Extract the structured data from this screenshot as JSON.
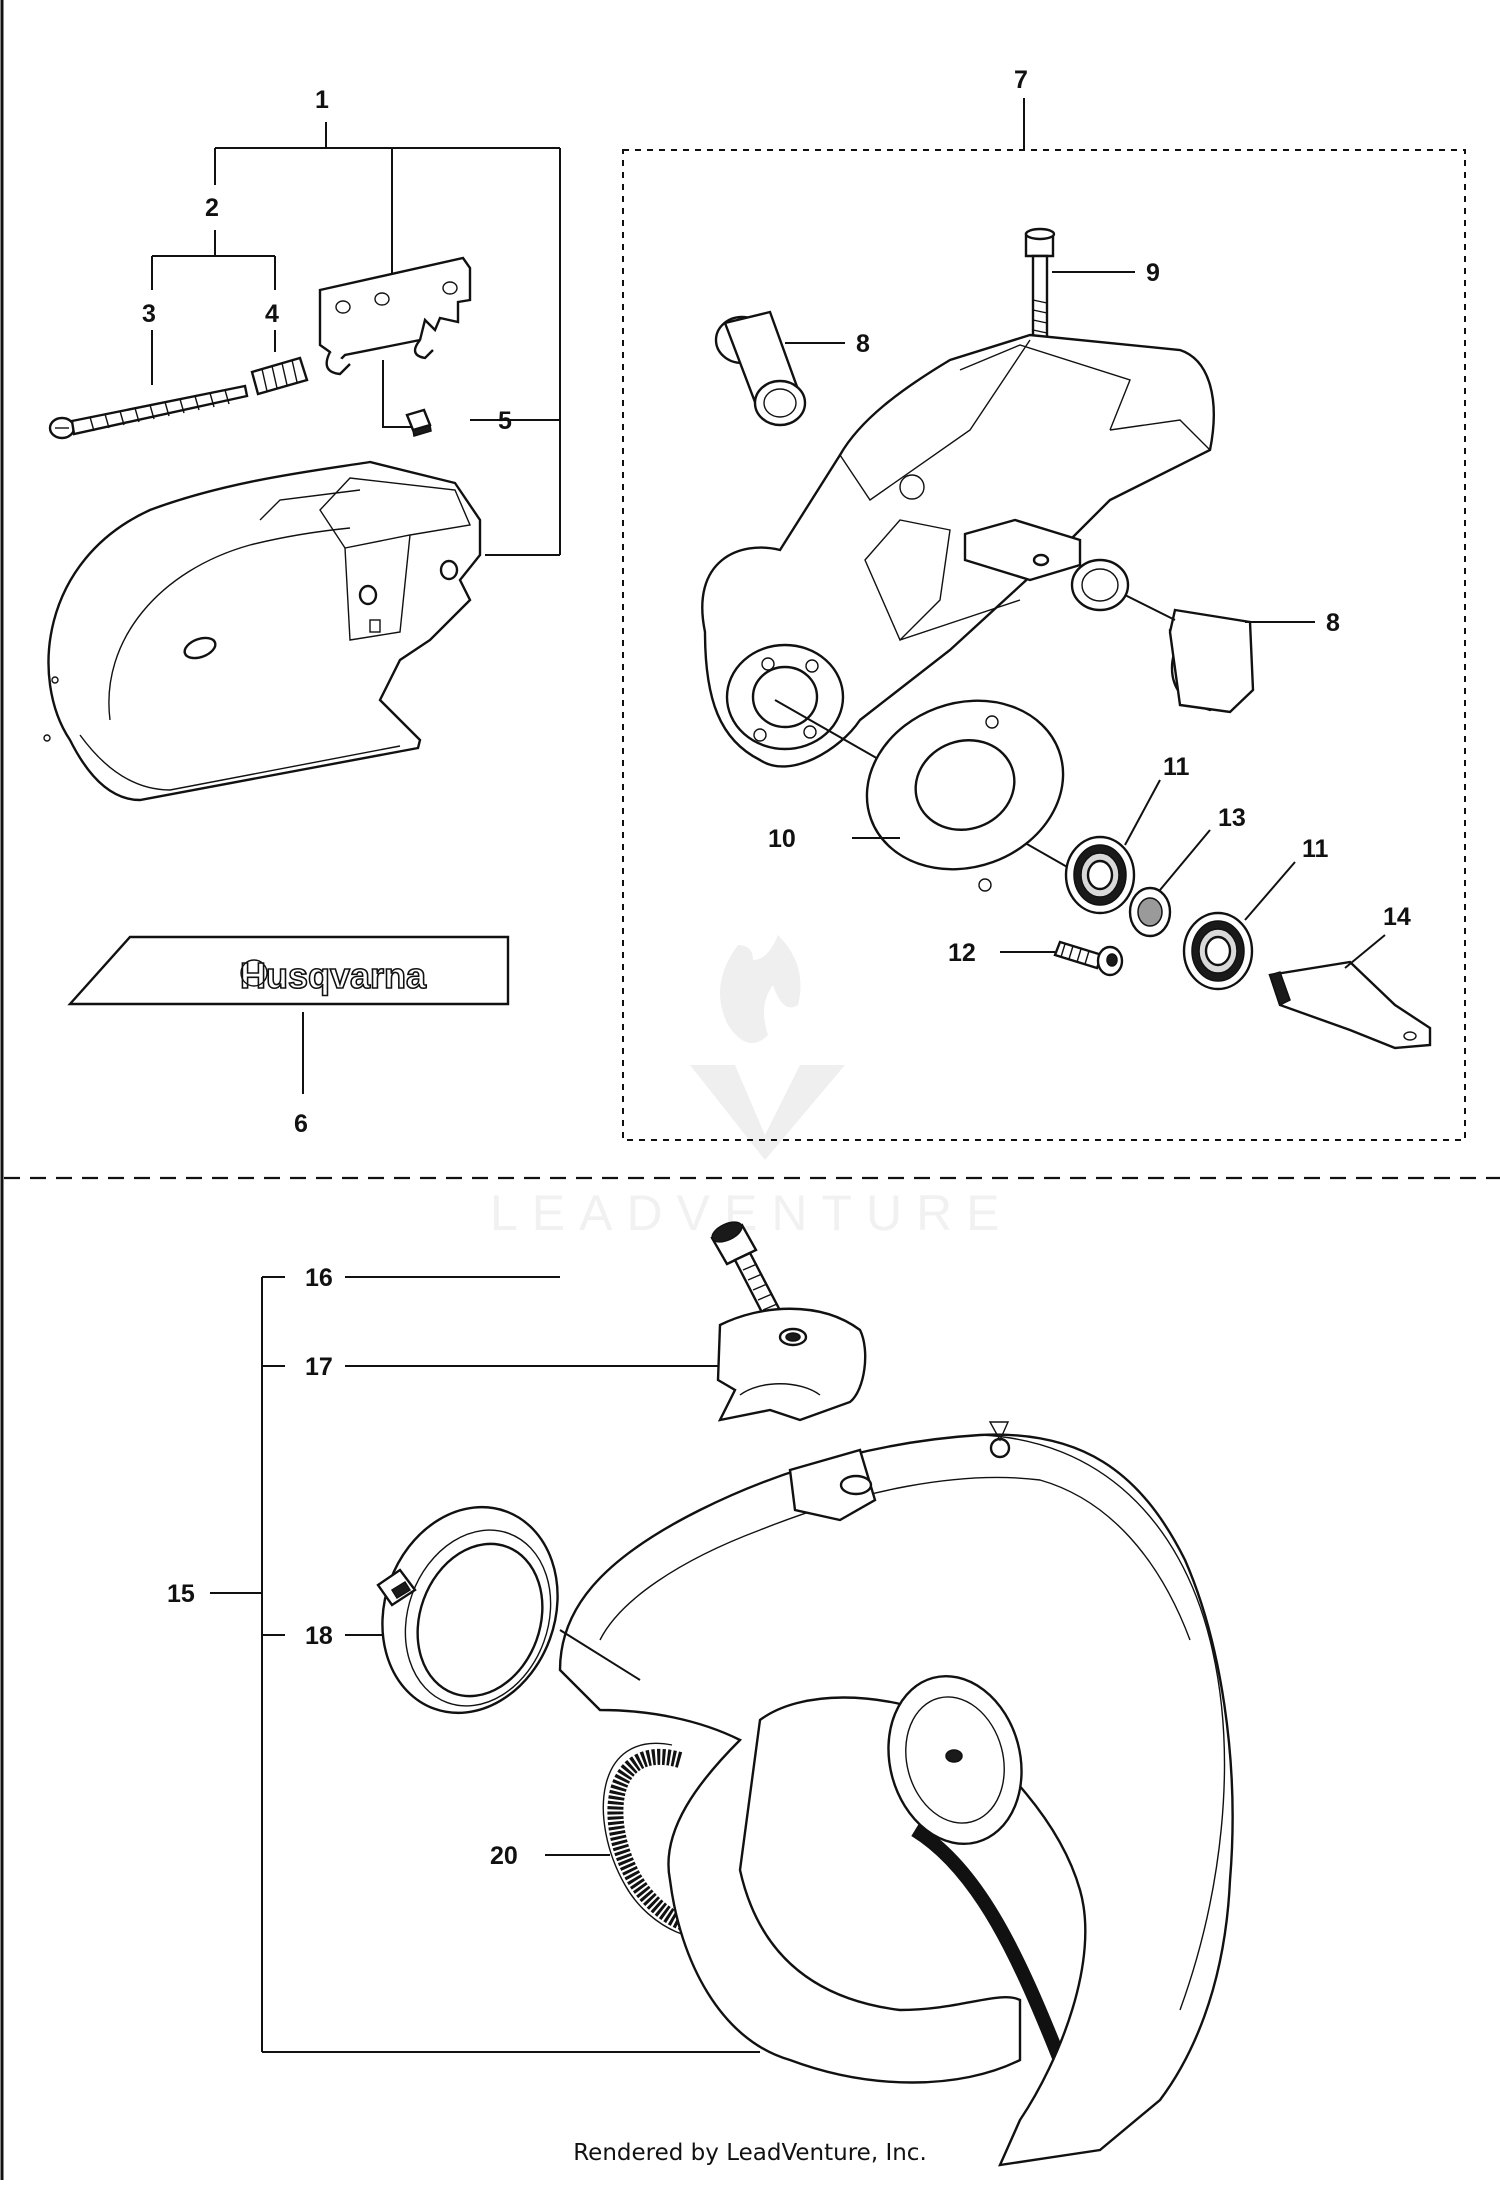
{
  "labels": {
    "l1": "1",
    "l2": "2",
    "l3": "3",
    "l4": "4",
    "l5": "5",
    "l6": "6",
    "l7": "7",
    "l8a": "8",
    "l8b": "8",
    "l9": "9",
    "l10": "10",
    "l11a": "11",
    "l11b": "11",
    "l12": "12",
    "l13": "13",
    "l14": "14",
    "l15": "15",
    "l16": "16",
    "l17": "17",
    "l18": "18",
    "l20": "20"
  },
  "decal_text": "Husqvarna",
  "watermark": "LEADVENTURE",
  "footer": "Rendered by LeadVenture, Inc.",
  "colors": {
    "line": "#111111",
    "background": "#ffffff",
    "watermark": "#e6e6e6"
  }
}
